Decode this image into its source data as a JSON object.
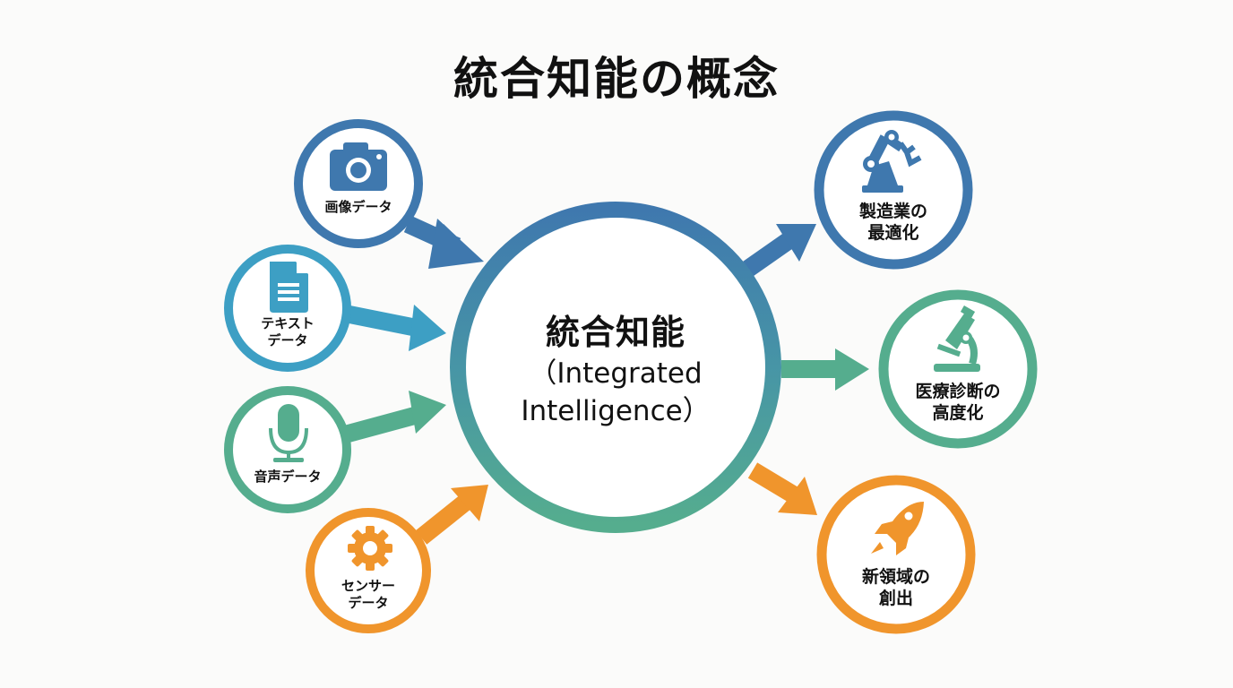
{
  "title": "統合知能の概念",
  "center": {
    "title_ja": "統合知能",
    "title_en_line1": "（Integrated",
    "title_en_line2": "Intelligence）"
  },
  "inputs": [
    {
      "id": "image",
      "label_lines": [
        "画像データ"
      ],
      "icon": "camera-icon",
      "color": "#3f78ae"
    },
    {
      "id": "text",
      "label_lines": [
        "テキスト",
        "データ"
      ],
      "icon": "document-icon",
      "color": "#3d9fc4"
    },
    {
      "id": "audio",
      "label_lines": [
        "音声データ"
      ],
      "icon": "microphone-icon",
      "color": "#55ad8e"
    },
    {
      "id": "sensor",
      "label_lines": [
        "センサー",
        "データ"
      ],
      "icon": "gear-icon",
      "color": "#f0952c"
    }
  ],
  "outputs": [
    {
      "id": "manufacturing",
      "label_lines": [
        "製造業の",
        "最適化"
      ],
      "icon": "robot-arm-icon",
      "color": "#3f78ae"
    },
    {
      "id": "medical",
      "label_lines": [
        "医療診断の",
        "高度化"
      ],
      "icon": "microscope-icon",
      "color": "#55ad8e"
    },
    {
      "id": "new-domain",
      "label_lines": [
        "新領域の",
        "創出"
      ],
      "icon": "rocket-icon",
      "color": "#f0952c"
    }
  ],
  "colors": {
    "blue": "#3f78ae",
    "light_blue": "#3d9fc4",
    "green": "#55ad8e",
    "orange": "#f0952c",
    "text": "#111111",
    "background": "#fbfbfa"
  }
}
